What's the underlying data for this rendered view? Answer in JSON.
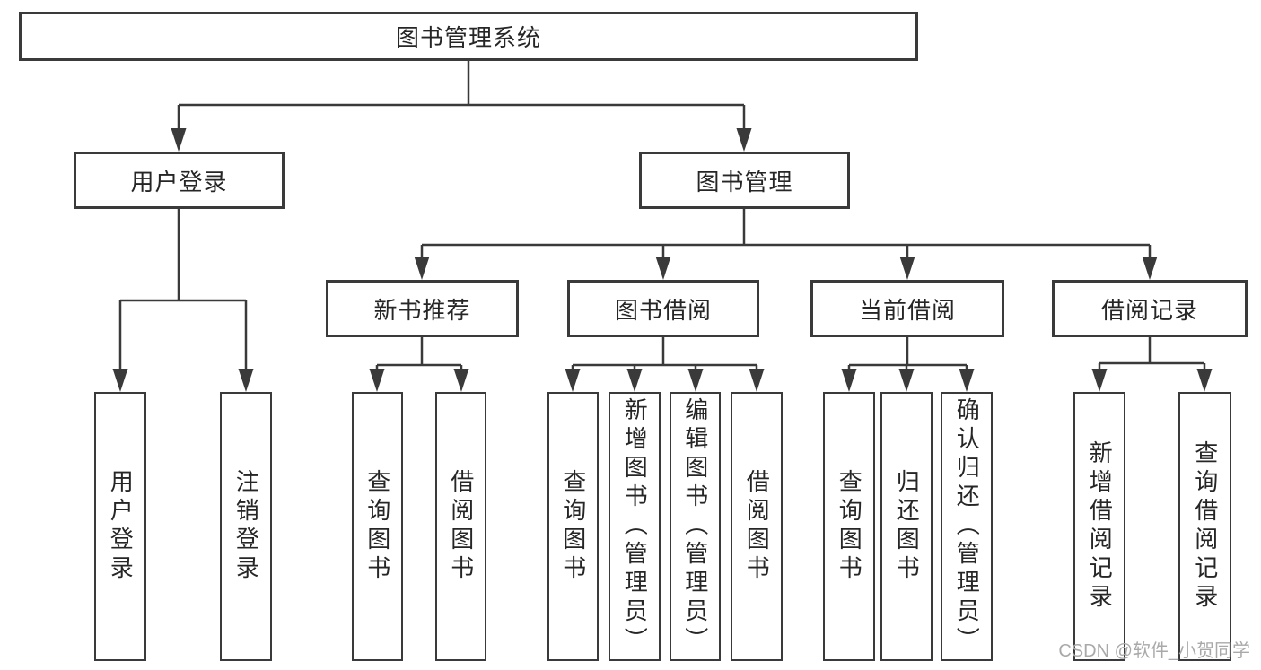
{
  "diagram": {
    "root": {
      "label": "图书管理系统"
    },
    "level2": {
      "user_login": {
        "label": "用户登录",
        "children": [
          "用户登录",
          "注销登录"
        ]
      },
      "book_management": {
        "label": "图书管理"
      }
    },
    "level3": {
      "new_book_recommend": {
        "label": "新书推荐",
        "children": [
          "查询图书",
          "借阅图书"
        ]
      },
      "book_borrowing": {
        "label": "图书借阅",
        "children": [
          "查询图书",
          "新增图书（管理员）",
          "编辑图书（管理员）",
          "借阅图书"
        ]
      },
      "current_borrowing": {
        "label": "当前借阅",
        "children": [
          "查询图书",
          "归还图书",
          "确认归还（管理员）"
        ]
      },
      "borrowing_records": {
        "label": "借阅记录",
        "children": [
          "新增借阅记录",
          "查询借阅记录"
        ]
      }
    }
  },
  "watermark": {
    "text": "CSDN @软件_小贺同学"
  },
  "colors": {
    "line": "#3a3a3a",
    "box_border": "#3a3a3a",
    "text": "#262626",
    "watermark": "#a9a9a9",
    "background": "#ffffff"
  }
}
